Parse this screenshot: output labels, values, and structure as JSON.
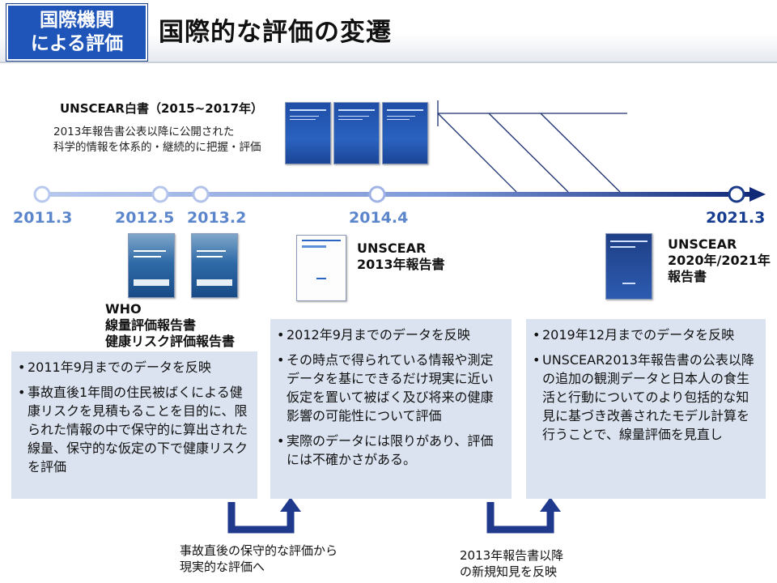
{
  "header": {
    "badge_line1": "国際機関",
    "badge_line2": "による評価",
    "title": "国際的な評価の変遷"
  },
  "timeline": {
    "dates": [
      "2011.3",
      "2012.5",
      "2013.2",
      "2014.4",
      "2021.3"
    ]
  },
  "white_paper": {
    "title": "UNSCEAR白書（2015~2017年）",
    "desc_line1": "2013年報告書公表以降に公開された",
    "desc_line2": "科学的情報を体系的・継続的に把握・評価"
  },
  "who": {
    "line1": "WHO",
    "line2": "線量評価報告書",
    "line3": "健康リスク評価報告書"
  },
  "unscear2013": {
    "line1": "UNSCEAR",
    "line2": "2013年報告書"
  },
  "unscear2020": {
    "line1": "UNSCEAR",
    "line2": "2020年/2021年",
    "line3": "報告書"
  },
  "boxes": {
    "left": [
      "2011年9月までのデータを反映",
      "事故直後1年間の住民被ばくによる健康リスクを見積もることを目的に、限られた情報の中で保守的に算出された線量、保守的な仮定の下で健康リスクを評価"
    ],
    "middle": [
      "2012年9月までのデータを反映",
      "その時点で得られている情報や測定データを基にできるだけ現実に近い仮定を置いて被ばく及び将来の健康影響の可能性について評価",
      "実際のデータには限りがあり、評価には不確かさがある。"
    ],
    "right": [
      "2019年12月までのデータを反映",
      "UNSCEAR2013年報告書の公表以降の追加の観測データと日本人の食生活と行動についてのより包括的な知見に基づき改善されたモデル計算を行うことで、線量評価を見直し"
    ]
  },
  "notes": {
    "left_line1": "事故直後の保守的な評価から",
    "left_line2": "現実的な評価へ",
    "right_line1": "2013年報告書以降",
    "right_line2": "の新規知見を反映"
  },
  "colors": {
    "badge": "#1f55b8",
    "timeline_start": "#b8c8ee",
    "timeline_end": "#102a78",
    "box_fill": "#dbe3f1",
    "arrow": "#1f3a8c"
  }
}
